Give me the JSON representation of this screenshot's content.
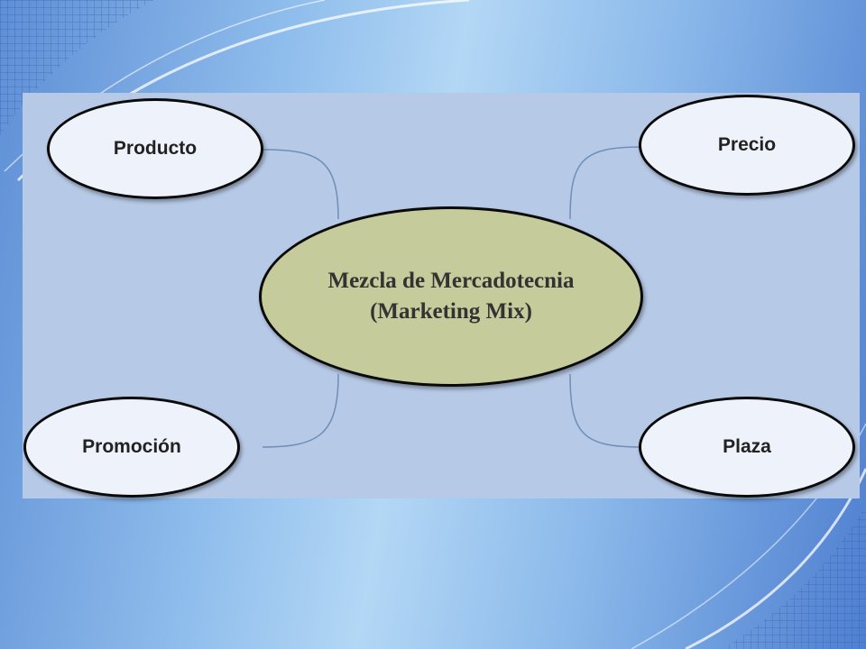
{
  "diagram": {
    "center": {
      "line1": "Mezcla de Mercadotecnia",
      "line2": "(Marketing Mix)"
    },
    "nodes": {
      "producto": "Producto",
      "precio": "Precio",
      "promocion": "Promoción",
      "plaza": "Plaza"
    }
  },
  "colors": {
    "diagram_background": "#b6c9e6",
    "center_fill": "#c5cb9a",
    "node_fill": "#eef2fa",
    "connector": "#6f8fb6"
  }
}
